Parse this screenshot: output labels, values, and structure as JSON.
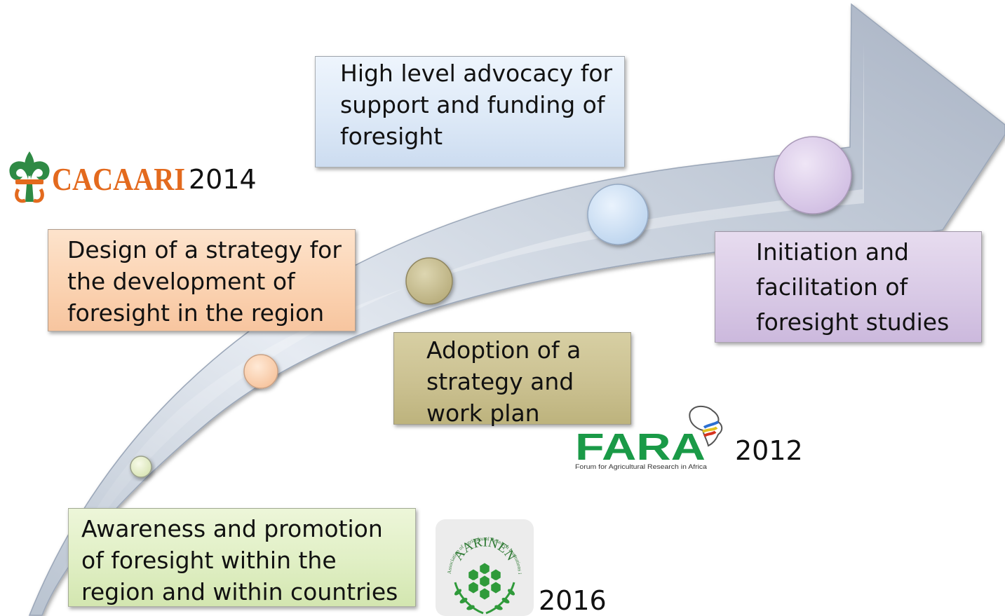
{
  "steps": {
    "awareness": {
      "lines": [
        "Awareness and promotion",
        "of foresight within the",
        "region and within countries"
      ]
    },
    "design": {
      "lines": [
        "Design of a strategy for",
        "the development of",
        "foresight in the region"
      ]
    },
    "adoption": {
      "lines": [
        "Adoption of a",
        "strategy and",
        "work plan"
      ]
    },
    "advocacy": {
      "lines": [
        "High level advocacy for",
        "support and funding of",
        "foresight"
      ]
    },
    "initiation": {
      "lines": [
        "Initiation and",
        "facilitation of",
        "foresight studies"
      ]
    }
  },
  "logos": {
    "cacaari": {
      "text": "CACAARI",
      "year": "2014"
    },
    "fara": {
      "text": "FARA",
      "subtitle": "Forum for Agricultural Research in Africa",
      "year": "2012"
    },
    "aarinena": {
      "text": "AARINENA",
      "ring_text": "Association of Agricultural Research Institutions in the Near East and North Africa",
      "year": "2016"
    }
  },
  "colors": {
    "arrow": "#c5cdd9",
    "awareness": "#e0efc4",
    "design": "#fbd3b2",
    "adoption": "#cbc191",
    "advocacy": "#dde9f7",
    "initiation": "#d9cae6",
    "cacaari_green": "#1e7a3c",
    "cacaari_orange": "#e36a1e",
    "fara_green": "#1a9a47",
    "aarinena_green": "#2f9a3a"
  }
}
